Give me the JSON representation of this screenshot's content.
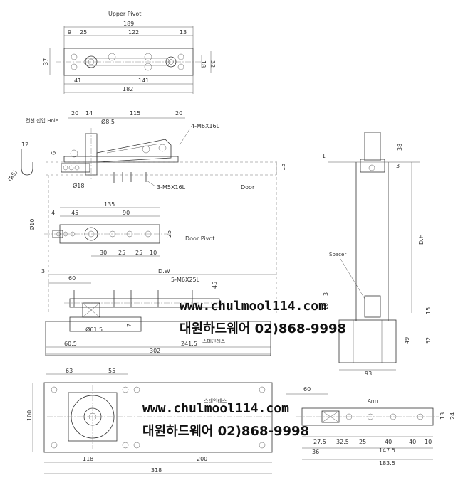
{
  "titles": {
    "upper_pivot": "Upper Pivot",
    "door": "Door",
    "door_pivot": "Door Pivot",
    "arm": "Arm",
    "spacer": "Spacer",
    "dh": "D.H",
    "dw": "D.W",
    "hole_note": "전선 삽입 Hole",
    "cover_note": "스테인레스",
    "body_note": "스테인레스"
  },
  "notes": {
    "bolt_top": "4-M6X16L",
    "bolt_mid": "3-M5X16L",
    "bolt_bottom": "5-M6X25L",
    "dia_85": "Ø8.5",
    "dia_18": "Ø18",
    "dia_10": "Ø10",
    "dia_615": "Ø61.5",
    "r5": "(R5)"
  },
  "dims": {
    "up_189": "189",
    "up_9": "9",
    "up_25": "25",
    "up_122": "122",
    "up_13": "13",
    "up_37": "37",
    "up_18": "18",
    "up_32": "32",
    "up_41": "41",
    "up_141": "141",
    "up_182": "182",
    "s_20a": "20",
    "s_14": "14",
    "s_115": "115",
    "s_20b": "20",
    "s_12": "12",
    "s_6": "6",
    "s_15": "15",
    "dp_135": "135",
    "dp_4": "4",
    "dp_45": "45",
    "dp_90": "90",
    "dp_25": "25",
    "dp_30": "30",
    "dp_25b": "25",
    "dp_25c": "25",
    "dp_10": "10",
    "b_3": "3",
    "b_60": "60",
    "b_45": "45",
    "b_7": "7",
    "b_605": "60.5",
    "b_2415": "241.5",
    "b_302": "302",
    "r_1": "1",
    "r_38": "38",
    "r_3": "3",
    "r_3b": "3",
    "r_10": "10",
    "r_15": "15",
    "r_49": "49",
    "r_52": "52",
    "r_93": "93",
    "p_63": "63",
    "p_55": "55",
    "p_100": "100",
    "p_118": "118",
    "p_200": "200",
    "p_318": "318",
    "a_60": "60",
    "a_24": "24",
    "a_13": "13",
    "a_275": "27.5",
    "a_325": "32.5",
    "a_25": "25",
    "a_40a": "40",
    "a_40b": "40",
    "a_10": "10",
    "a_36": "36",
    "a_1475": "147.5",
    "a_1835": "183.5"
  },
  "watermarks": {
    "url1": "www.chulmool114.com",
    "company1": "대원하드웨어 02)868-9998",
    "url2": "www.chulmool114.com",
    "company2": "대원하드웨어 02)868-9998"
  }
}
